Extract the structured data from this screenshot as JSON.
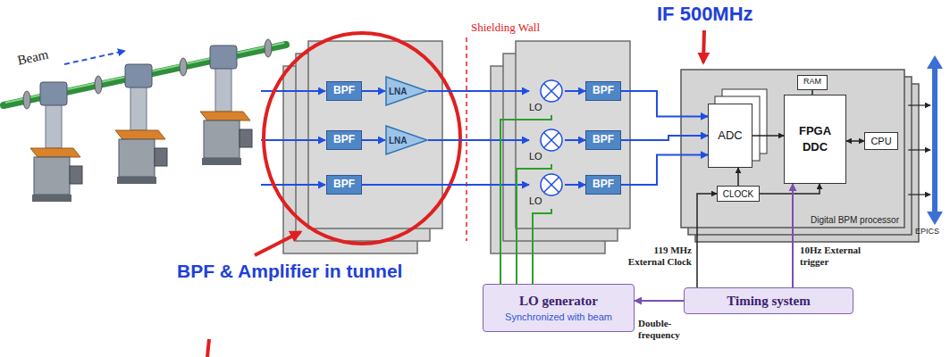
{
  "diagram": {
    "nodes": [
      {
        "text": [
          "BPF"
        ]
      },
      {
        "text": [
          "LNA"
        ]
      },
      {
        "text": [
          "BPF"
        ]
      },
      {
        "text": [
          "LNA"
        ]
      },
      {
        "text": [
          "BPF"
        ]
      },
      {
        "text": [
          "LO"
        ]
      },
      {
        "text": [
          "BPF"
        ]
      },
      {
        "text": [
          "LO"
        ]
      },
      {
        "text": [
          "BPF"
        ]
      },
      {
        "text": [
          "LO"
        ]
      },
      {
        "text": [
          "BPF"
        ]
      },
      {
        "text": [
          "Digital BPM processor"
        ]
      },
      {
        "text": [
          "RAM"
        ],
        "in": 11
      },
      {
        "text": [
          "ADC"
        ],
        "in": 11
      },
      {
        "text": [
          "FPGA",
          "DDC"
        ],
        "in": 11
      },
      {
        "text": [
          "CPU"
        ],
        "in": 11
      },
      {
        "text": [
          "CLOCK"
        ],
        "in": 11
      },
      {
        "text": [
          "LO generator",
          "Synchronized with beam"
        ]
      },
      {
        "text": [
          "Timing system"
        ]
      }
    ],
    "edges": [
      {
        "from": 0,
        "to": 1,
        "arrow": "to"
      },
      {
        "from": 1,
        "to": 5,
        "arrow": "to"
      },
      {
        "from": 2,
        "to": 3,
        "arrow": "to"
      },
      {
        "from": 3,
        "to": 7,
        "arrow": "to"
      },
      {
        "from": 4,
        "to": 9,
        "arrow": "to"
      },
      {
        "from": 5,
        "to": 6,
        "arrow": "to"
      },
      {
        "from": 7,
        "to": 8,
        "arrow": "to"
      },
      {
        "from": 9,
        "to": 10,
        "arrow": "to"
      },
      {
        "from": 6,
        "to": 13,
        "arrow": "to"
      },
      {
        "from": 8,
        "to": 13,
        "arrow": "to"
      },
      {
        "from": 10,
        "to": 13,
        "arrow": "to"
      },
      {
        "from": 13,
        "to": 14,
        "arrow": "to"
      },
      {
        "from": 14,
        "to": 12,
        "arrow": "none"
      },
      {
        "from": 14,
        "to": 15,
        "arrow": "both"
      },
      {
        "from": 16,
        "to": 13,
        "arrow": "to"
      },
      {
        "from": 16,
        "to": 14,
        "arrow": "to"
      },
      {
        "from": 17,
        "to": 5,
        "arrow": "none"
      },
      {
        "from": 17,
        "to": 7,
        "arrow": "none"
      },
      {
        "from": 17,
        "to": 9,
        "arrow": "none"
      },
      {
        "from": 18,
        "to": 17,
        "label": "Double- frequency",
        "arrow": "to"
      },
      {
        "from": 18,
        "to": 16,
        "label": "119 MHz External Clock",
        "arrow": "to"
      },
      {
        "from": 18,
        "to": 14,
        "label": "10Hz External trigger",
        "arrow": "to"
      }
    ],
    "labels": [
      "Beam",
      "Shielding Wall",
      "IF 500MHz",
      "BPF & Amplifier in tunnel",
      "EPICS"
    ]
  }
}
